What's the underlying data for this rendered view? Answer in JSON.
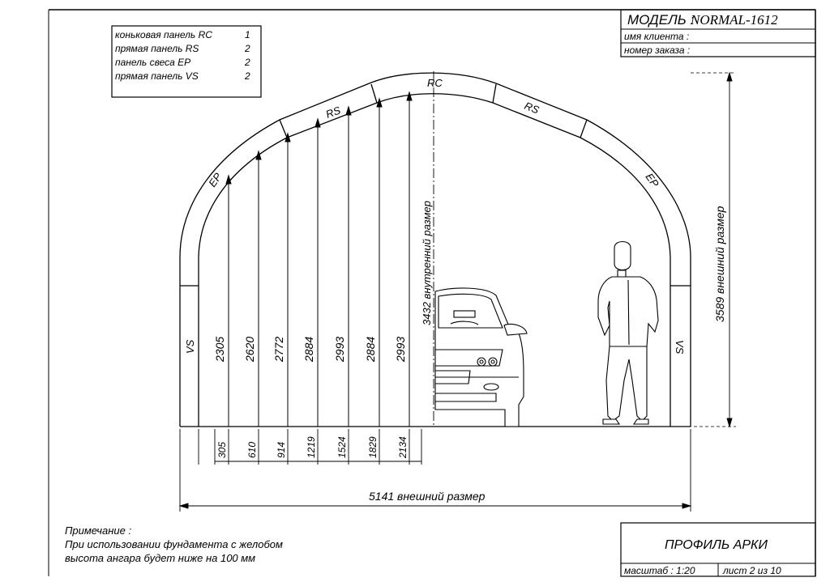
{
  "title_block": {
    "model_label": "МОДЕЛЬ :",
    "model_name": "NORMAL-1612",
    "client_label": "имя клиента :",
    "order_label": "номер заказа :"
  },
  "legend": {
    "rows": [
      {
        "name": "коньковая панель RC",
        "qty": "1"
      },
      {
        "name": "прямая панель RS",
        "qty": "2"
      },
      {
        "name": "панель свеса EP",
        "qty": "2"
      },
      {
        "name": "прямая панель VS",
        "qty": "2"
      }
    ]
  },
  "panel_labels": {
    "rc": "RC",
    "rs_left": "RS",
    "rs_right": "RS",
    "ep_left": "EP",
    "ep_right": "EP",
    "vs_left": "VS",
    "vs_right": "VS"
  },
  "heights": [
    "2305",
    "2620",
    "2772",
    "2884",
    "2993",
    "2884",
    "2993"
  ],
  "offsets": [
    "305",
    "610",
    "914",
    "1219",
    "1524",
    "1829",
    "2134"
  ],
  "inner_dimension": "3432 внутренний размер",
  "outer_height": "3589 внешний размер",
  "outer_width": "5141 внешний размер",
  "note": {
    "heading": "Примечание :",
    "line1": "При использовании фундамента с желобом",
    "line2": "высота ангара будет ниже на  100 мм"
  },
  "footer": {
    "profile_title": "ПРОФИЛЬ АРКИ",
    "scale": "масштаб : 1:20",
    "sheet": "лист 2  из  10"
  }
}
